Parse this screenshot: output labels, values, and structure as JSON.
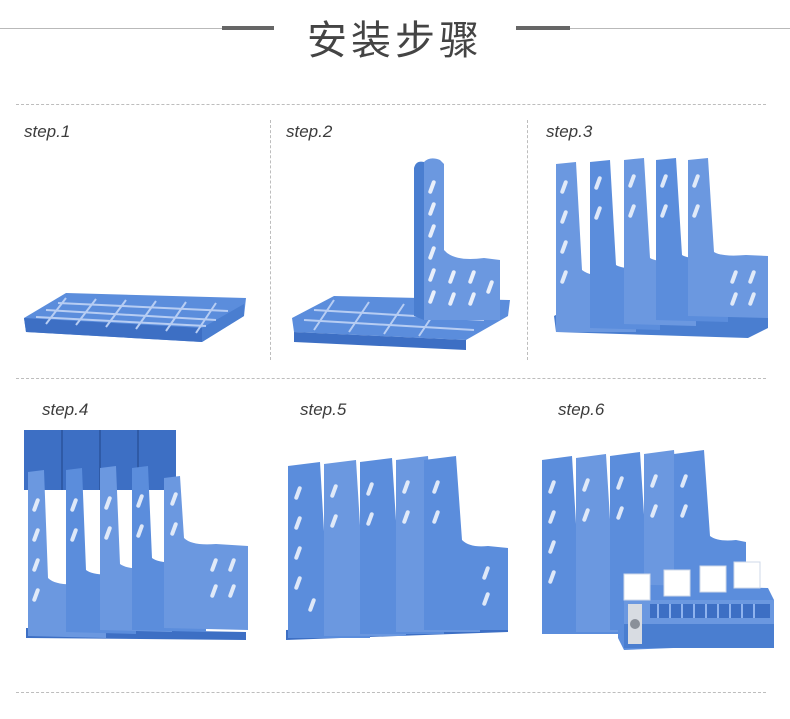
{
  "header": {
    "title": "安装步骤"
  },
  "steps": [
    {
      "label": "step.1"
    },
    {
      "label": "step.2"
    },
    {
      "label": "step.3"
    },
    {
      "label": "step.4"
    },
    {
      "label": "step.5"
    },
    {
      "label": "step.6"
    }
  ],
  "colors": {
    "plastic": "#5b8ddc",
    "plastic_dark": "#3d6fc4",
    "plastic_light": "#8fb3ee"
  }
}
